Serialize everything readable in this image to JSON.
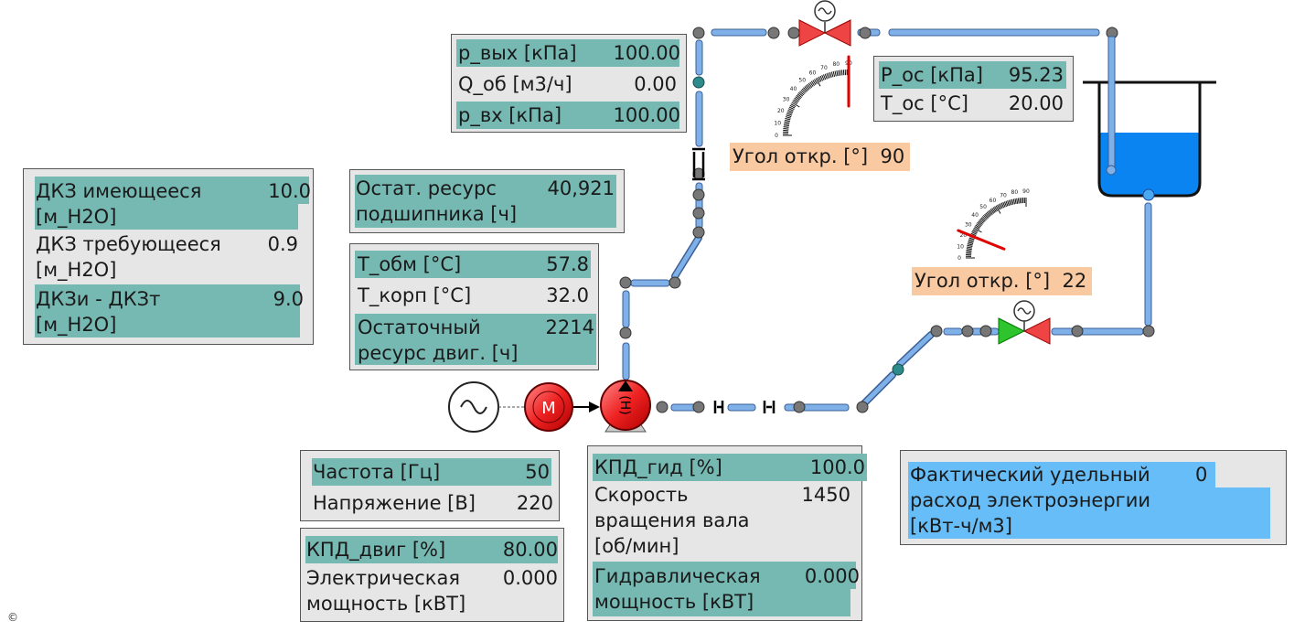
{
  "outlet_panel": {
    "p_out_label": "р_вых [кПа]",
    "p_out_value": "100.00",
    "q_label": "Q_об [м3/ч]",
    "q_value": "0.00",
    "p_in_label": "р_вх [кПа]",
    "p_in_value": "100.00"
  },
  "tank_panel": {
    "p_env_label": "Р_ос [кПа]",
    "p_env_value": "95.23",
    "t_env_label": "Т_ос [°С]",
    "t_env_value": "20.00"
  },
  "valve_top": {
    "angle_label": "Угол откр. [°]",
    "angle_value": "90",
    "angle": 90
  },
  "valve_bottom": {
    "angle_label": "Угол откр. [°]",
    "angle_value": "22",
    "angle": 22
  },
  "gauge_ticks": [
    "0",
    "10",
    "20",
    "30",
    "40",
    "50",
    "60",
    "70",
    "80",
    "90"
  ],
  "npsh_panel": {
    "available_label": "ДКЗ имеющееся [м_H2O]",
    "available_value": "10.0",
    "required_label": "ДКЗ требующееся [м_H2O]",
    "required_value": "0.9",
    "diff_label": "ДКЗи - ДКЗт [м_H2O]",
    "diff_value": "9.0"
  },
  "bearing_panel": {
    "label": "Остат. ресурс подшипника [ч]",
    "value": "40,921"
  },
  "motor_panel": {
    "t_winding_label": "Т_обм [°С]",
    "t_winding_value": "57.8",
    "t_case_label": "Т_корп [°С]",
    "t_case_value": "32.0",
    "resource_label": "Остаточный ресурс двиг. [ч]",
    "resource_value": "2214"
  },
  "supply_panel": {
    "freq_label": "Частота [Гц]",
    "freq_value": "50",
    "voltage_label": "Напряжение [В]",
    "voltage_value": "220"
  },
  "motor_eff_panel": {
    "eff_label": "КПД_двиг [%]",
    "eff_value": "80.00",
    "power_label": "Электрическая мощность [кВТ]",
    "power_value": "0.000"
  },
  "pump_panel": {
    "eff_label": "КПД_гид [%]",
    "eff_value": "100.0",
    "speed_label": "Скорость вращения вала [об/мин]",
    "speed_value": "1450",
    "hyd_power_label": "Гидравлическая мощность [кВТ]",
    "hyd_power_value": "0.000"
  },
  "energy_panel": {
    "label": "Фактический удельный расход электроэнергии [кВт-ч/м3]",
    "value": "0"
  },
  "motor_symbol": "M",
  "pump_symbol": "(H)",
  "copyright": "©",
  "colors": {
    "teal": "#76b8b2",
    "blue_panel": "#66bdf7",
    "orange": "#f9c9a2",
    "pipe": "#7fb0e8",
    "water": "#0a84f0",
    "red": "#ee2222",
    "green": "#2ec42e"
  }
}
